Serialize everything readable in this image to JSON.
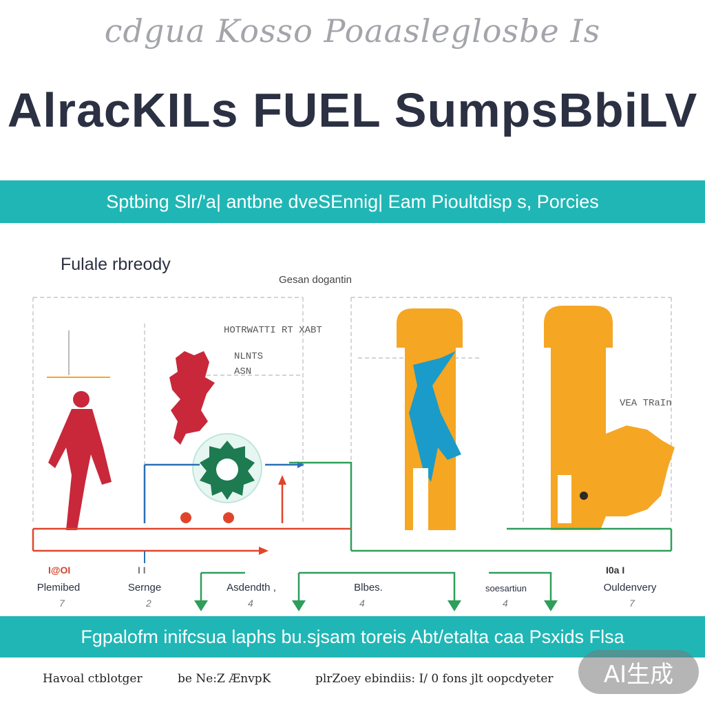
{
  "header": {
    "script_title": "cdgua Kosso Poaasleglosbe Is",
    "main_title": "AlracKILs FUEL SumpsBbiLV"
  },
  "top_band": {
    "text": "Sptbing Slr/'a| antbne dveSEnnig|  Eam Pioultdisp s, Porcies"
  },
  "diagram": {
    "section_label": "Fulale rbreody",
    "center_label": "Gesan dogantin",
    "small_labels": [
      "HOTRWATTI RT XABT",
      "NLNTS",
      "ASN",
      "VEA TRaIn"
    ],
    "steps": [
      {
        "code": "I@OI",
        "label": "Plemibed",
        "num": "7"
      },
      {
        "code": "I I",
        "label": "Sernge",
        "num": "2"
      },
      {
        "code": "",
        "label": "Asdendth ,",
        "num": "4"
      },
      {
        "code": "",
        "label": "Blbes.",
        "num": "4"
      },
      {
        "code": "",
        "label": "soesartiun",
        "num": "4"
      },
      {
        "code": "I0a I",
        "label": "Ouldenvery",
        "num": "7"
      }
    ],
    "colors": {
      "teal": "#20b6b6",
      "orange": "#f5a623",
      "red": "#c8283a",
      "green": "#2e9e5a",
      "blue": "#1a9bc9"
    }
  },
  "bottom_band": {
    "text": "Fgpalofm inifcsua laphs bu.sjsam toreis Abt/etalta caa Psxids Flsa"
  },
  "footer": {
    "items": [
      "Havoal ctblotger",
      "be Ne:Z ÆnvpK",
      "plrZoey ebindiis:  I/ 0 fons jlt  oopcdyeter"
    ],
    "badge": "AI生成"
  }
}
